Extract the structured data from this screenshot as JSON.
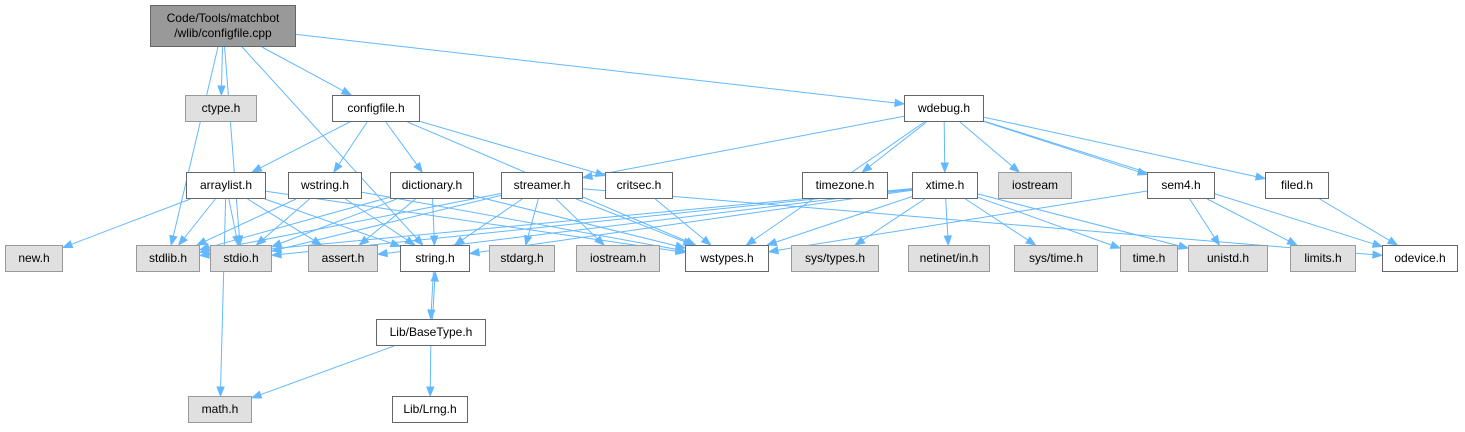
{
  "colors": {
    "edge": "#63b8ff",
    "root_fill": "#999999",
    "documented_fill": "#ffffff",
    "external_fill": "#e0e0e0",
    "border_dark": "#666666",
    "border_light": "#999999"
  },
  "nodes": [
    {
      "id": "root",
      "label": "Code/Tools/matchbot\n/wlib/configfile.cpp",
      "kind": "root"
    },
    {
      "id": "ctype",
      "label": "ctype.h",
      "kind": "ext"
    },
    {
      "id": "configfile",
      "label": "configfile.h",
      "kind": "doc"
    },
    {
      "id": "wdebug",
      "label": "wdebug.h",
      "kind": "doc"
    },
    {
      "id": "arraylist",
      "label": "arraylist.h",
      "kind": "doc"
    },
    {
      "id": "wstring",
      "label": "wstring.h",
      "kind": "doc"
    },
    {
      "id": "dictionary",
      "label": "dictionary.h",
      "kind": "doc"
    },
    {
      "id": "streamer",
      "label": "streamer.h",
      "kind": "doc"
    },
    {
      "id": "critsec",
      "label": "critsec.h",
      "kind": "doc"
    },
    {
      "id": "timezone",
      "label": "timezone.h",
      "kind": "doc"
    },
    {
      "id": "xtime",
      "label": "xtime.h",
      "kind": "doc"
    },
    {
      "id": "iostream_a",
      "label": "iostream",
      "kind": "ext"
    },
    {
      "id": "sem4",
      "label": "sem4.h",
      "kind": "doc"
    },
    {
      "id": "filed",
      "label": "filed.h",
      "kind": "doc"
    },
    {
      "id": "new",
      "label": "new.h",
      "kind": "ext"
    },
    {
      "id": "stdlib",
      "label": "stdlib.h",
      "kind": "ext"
    },
    {
      "id": "stdio",
      "label": "stdio.h",
      "kind": "ext"
    },
    {
      "id": "assert",
      "label": "assert.h",
      "kind": "ext"
    },
    {
      "id": "string",
      "label": "string.h",
      "kind": "doc"
    },
    {
      "id": "stdarg",
      "label": "stdarg.h",
      "kind": "ext"
    },
    {
      "id": "iostream_h",
      "label": "iostream.h",
      "kind": "ext"
    },
    {
      "id": "wstypes",
      "label": "wstypes.h",
      "kind": "doc"
    },
    {
      "id": "systypes",
      "label": "sys/types.h",
      "kind": "ext"
    },
    {
      "id": "netinet",
      "label": "netinet/in.h",
      "kind": "ext"
    },
    {
      "id": "systime",
      "label": "sys/time.h",
      "kind": "ext"
    },
    {
      "id": "time",
      "label": "time.h",
      "kind": "ext"
    },
    {
      "id": "unistd",
      "label": "unistd.h",
      "kind": "ext"
    },
    {
      "id": "limits",
      "label": "limits.h",
      "kind": "ext"
    },
    {
      "id": "odevice",
      "label": "odevice.h",
      "kind": "doc"
    },
    {
      "id": "basetype",
      "label": "Lib/BaseType.h",
      "kind": "doc"
    },
    {
      "id": "math",
      "label": "math.h",
      "kind": "ext"
    },
    {
      "id": "lrng",
      "label": "Lib/Lrng.h",
      "kind": "doc"
    }
  ],
  "edges": [
    [
      "root",
      "ctype"
    ],
    [
      "root",
      "configfile"
    ],
    [
      "root",
      "wdebug"
    ],
    [
      "root",
      "stdlib"
    ],
    [
      "root",
      "stdio"
    ],
    [
      "root",
      "string"
    ],
    [
      "configfile",
      "arraylist"
    ],
    [
      "configfile",
      "wstring"
    ],
    [
      "configfile",
      "dictionary"
    ],
    [
      "configfile",
      "critsec"
    ],
    [
      "configfile",
      "wstypes"
    ],
    [
      "wdebug",
      "streamer"
    ],
    [
      "wdebug",
      "timezone"
    ],
    [
      "wdebug",
      "xtime"
    ],
    [
      "wdebug",
      "iostream_a"
    ],
    [
      "wdebug",
      "sem4"
    ],
    [
      "wdebug",
      "filed"
    ],
    [
      "wdebug",
      "wstypes"
    ],
    [
      "wdebug",
      "odevice"
    ],
    [
      "arraylist",
      "new"
    ],
    [
      "arraylist",
      "stdlib"
    ],
    [
      "arraylist",
      "stdio"
    ],
    [
      "arraylist",
      "assert"
    ],
    [
      "arraylist",
      "string"
    ],
    [
      "arraylist",
      "wstypes"
    ],
    [
      "arraylist",
      "math"
    ],
    [
      "wstring",
      "stdlib"
    ],
    [
      "wstring",
      "stdio"
    ],
    [
      "wstring",
      "string"
    ],
    [
      "wstring",
      "wstypes"
    ],
    [
      "dictionary",
      "stdlib"
    ],
    [
      "dictionary",
      "stdio"
    ],
    [
      "dictionary",
      "assert"
    ],
    [
      "dictionary",
      "string"
    ],
    [
      "dictionary",
      "wstypes"
    ],
    [
      "streamer",
      "stdlib"
    ],
    [
      "streamer",
      "stdio"
    ],
    [
      "streamer",
      "string"
    ],
    [
      "streamer",
      "stdarg"
    ],
    [
      "streamer",
      "iostream_h"
    ],
    [
      "streamer",
      "wstypes"
    ],
    [
      "streamer",
      "odevice"
    ],
    [
      "critsec",
      "wstypes"
    ],
    [
      "xtime",
      "stdlib"
    ],
    [
      "xtime",
      "stdio"
    ],
    [
      "xtime",
      "assert"
    ],
    [
      "xtime",
      "string"
    ],
    [
      "xtime",
      "wstypes"
    ],
    [
      "xtime",
      "systypes"
    ],
    [
      "xtime",
      "netinet"
    ],
    [
      "xtime",
      "systime"
    ],
    [
      "xtime",
      "time"
    ],
    [
      "xtime",
      "unistd"
    ],
    [
      "sem4",
      "wstypes"
    ],
    [
      "sem4",
      "unistd"
    ],
    [
      "sem4",
      "limits"
    ],
    [
      "filed",
      "odevice"
    ],
    [
      "string",
      "basetype"
    ],
    [
      "basetype",
      "string"
    ],
    [
      "basetype",
      "math"
    ],
    [
      "basetype",
      "lrng"
    ]
  ]
}
